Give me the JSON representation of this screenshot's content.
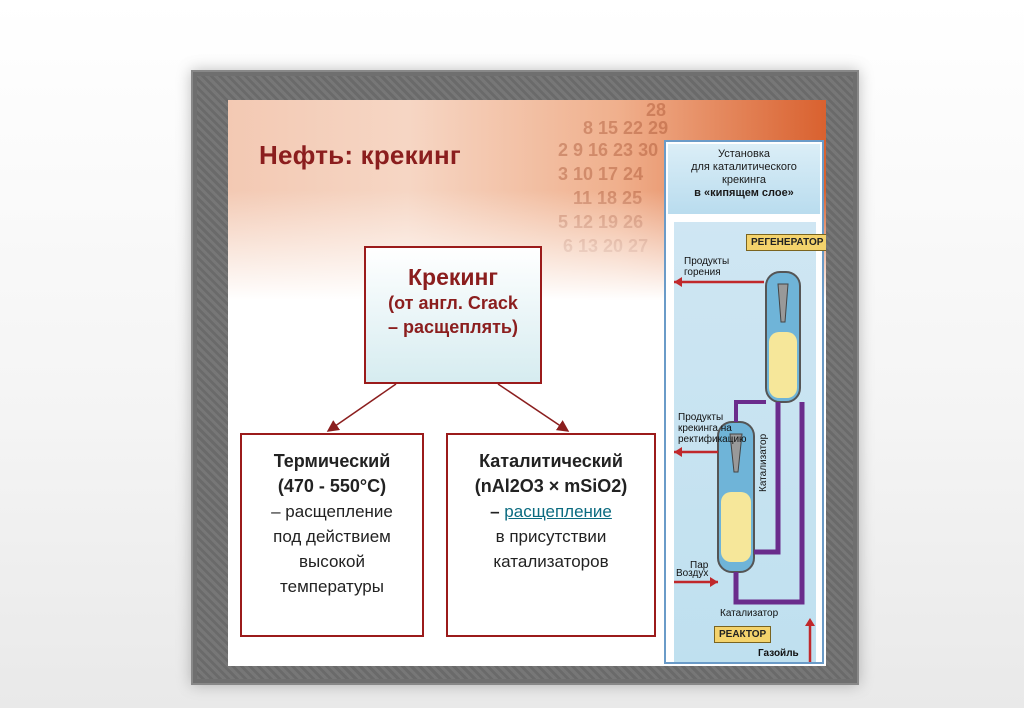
{
  "slide": {
    "title": "Нефть: крекинг",
    "banner_numbers": [
      "28",
      "8 15 22 29",
      "2 9 16 23 30",
      "3 10 17 24",
      "11 18 25",
      "5 12 19 26",
      "6 13 20 27"
    ]
  },
  "definition_box": {
    "term": "Крекинг",
    "origin_line1": "(от англ. Crack",
    "origin_line2": "– расщеплять)"
  },
  "thermal_box": {
    "title": "Термический",
    "temperature": "(470 - 550°С)",
    "line1": "– расщепление",
    "line2": "под действием",
    "line3": "высокой",
    "line4": "температуры"
  },
  "catalytic_box": {
    "title": "Каталитический",
    "formula": "(nAl2O3 × mSiO2)",
    "dash": "– ",
    "link": "расщепление",
    "line2": "в присутствии",
    "line3": "катализаторов"
  },
  "installation": {
    "heading_l1": "Установка",
    "heading_l2": "для каталитического",
    "heading_l3": "крекинга",
    "heading_l4": "в «кипящем слое»",
    "regenerator": "РЕГЕНЕРАТОР",
    "reactor": "РЕАКТОР",
    "combustion_l1": "Продукты",
    "combustion_l2": "горения",
    "cracking_l1": "Продукты",
    "cracking_l2": "крекинга на",
    "cracking_l3": "ректификацию",
    "catalyst_vertical": "Катализатор",
    "steam": "Пар",
    "air": "Воздух",
    "catalyst_bottom": "Катализатор",
    "gasoil": "Газойль"
  },
  "colors": {
    "title": "#8b1e1e",
    "border": "#9b1b1b",
    "pipe": "#6a2c8c",
    "arrow": "#c0282b"
  }
}
